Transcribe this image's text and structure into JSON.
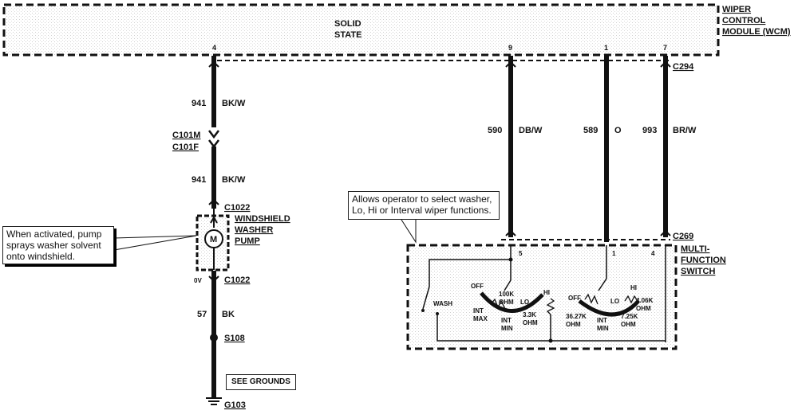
{
  "module": {
    "title_line1": "WIPER",
    "title_line2": "CONTROL",
    "title_line3": "MODULE (WCM)",
    "center_line1": "SOLID",
    "center_line2": "STATE",
    "pins": [
      "4",
      "9",
      "1",
      "7"
    ]
  },
  "connectors": {
    "c294": "C294",
    "c101m": "C101M",
    "c101f": "C101F",
    "c1022_top": "C1022",
    "c1022_bottom": "C1022",
    "c269": "C269",
    "s108": "S108",
    "g103": "G103"
  },
  "wires": {
    "w941_top": {
      "circuit": "941",
      "color": "BK/W"
    },
    "w941_bottom": {
      "circuit": "941",
      "color": "BK/W"
    },
    "w590": {
      "circuit": "590",
      "color": "DB/W"
    },
    "w589": {
      "circuit": "589",
      "color": "O"
    },
    "w993": {
      "circuit": "993",
      "color": "BR/W"
    },
    "w57": {
      "circuit": "57",
      "color": "BK"
    }
  },
  "pump": {
    "name_line1": "WINDSHIELD",
    "name_line2": "WASHER",
    "name_line3": "PUMP",
    "motor_symbol": "M",
    "voltage": "0V"
  },
  "switch": {
    "name_line1": "MULTI-",
    "name_line2": "FUNCTION",
    "name_line3": "SWITCH",
    "pins": [
      "5",
      "1",
      "4"
    ],
    "wash": "WASH",
    "left": {
      "off": "OFF",
      "r1_line1": "100K",
      "r1_line2": "OHM",
      "lo": "LO",
      "hi": "HI",
      "int_max_line1": "INT",
      "int_max_line2": "MAX",
      "int_min_line1": "INT",
      "int_min_line2": "MIN",
      "r2_line1": "3.3K",
      "r2_line2": "OHM"
    },
    "right": {
      "off": "OFF",
      "lo": "LO",
      "hi": "HI",
      "r1_line1": "4.06K",
      "r1_line2": "OHM",
      "r2_line1": "36.27K",
      "r2_line2": "OHM",
      "int_min_line1": "INT",
      "int_min_line2": "MIN",
      "r3_line1": "7.25K",
      "r3_line2": "OHM"
    }
  },
  "callouts": {
    "pump": [
      "When activated, pump",
      "sprays washer solvent",
      "onto windshield."
    ],
    "switch": [
      "Allows operator to select washer,",
      "Lo, Hi or Interval wiper functions."
    ]
  },
  "see_grounds": "SEE GROUNDS"
}
